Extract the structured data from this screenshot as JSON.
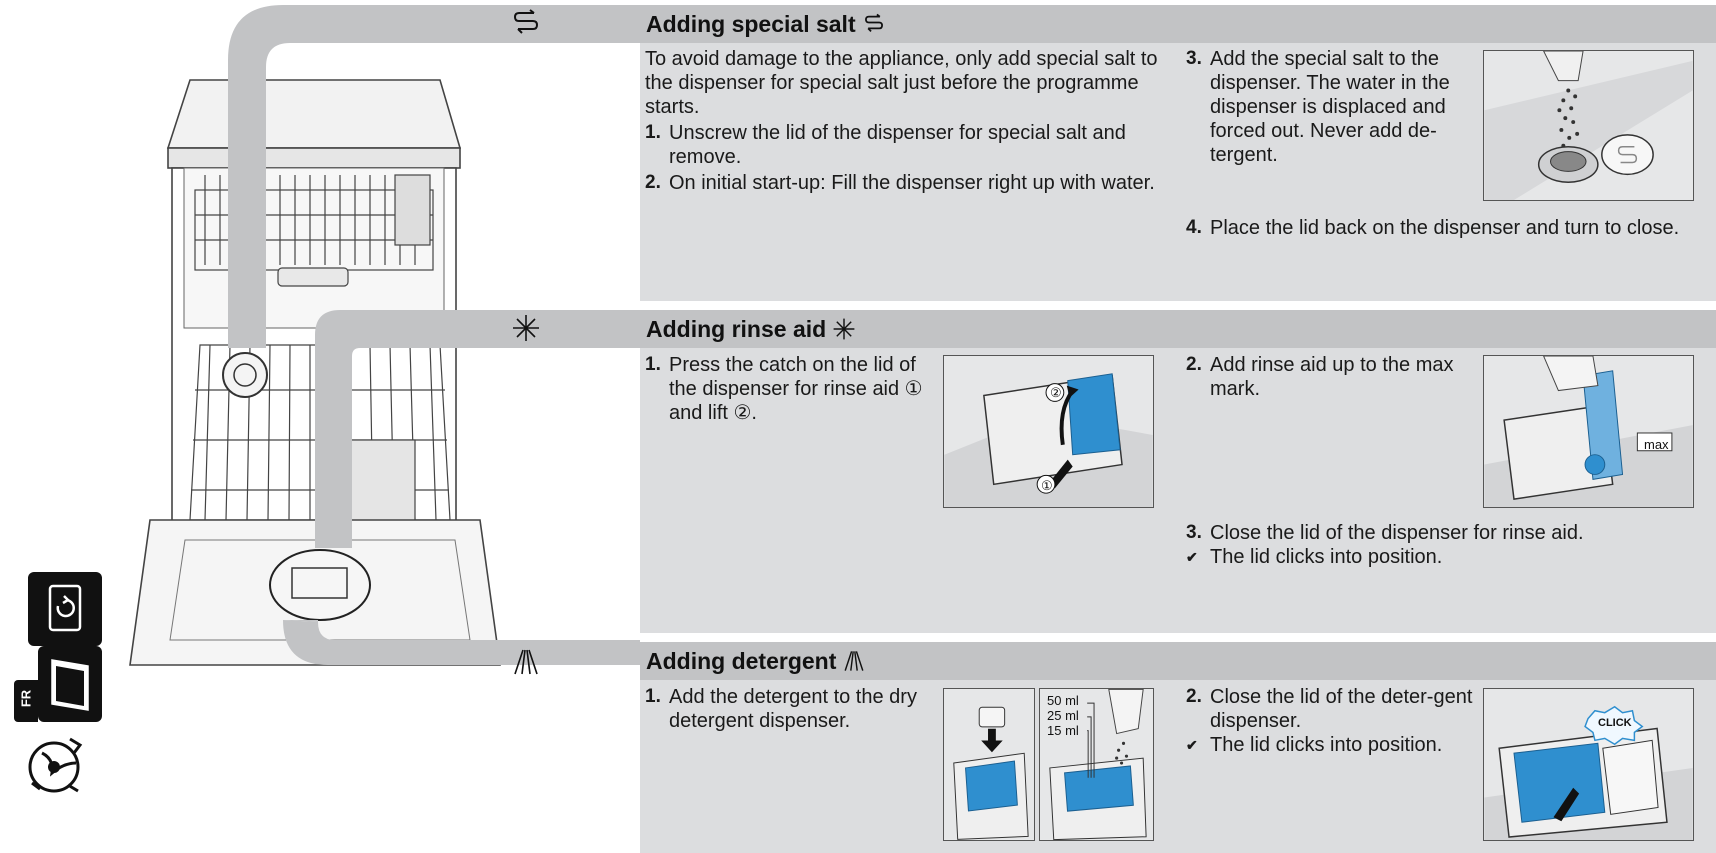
{
  "sections": {
    "salt": {
      "title": "Adding special salt",
      "icon": "salt-symbol-icon",
      "intro": "To avoid damage to the appliance, only add special salt to the dispenser for special salt just before the programme starts.",
      "steps": [
        {
          "num": "1.",
          "text": "Unscrew the lid of the dispenser for special salt and remove."
        },
        {
          "num": "2.",
          "text": "On initial start-up: Fill the dispenser right up with water."
        },
        {
          "num": "3.",
          "text": "Add the special salt to the dispenser. The water in the dispenser is displaced and forced out. Never add de-tergent."
        },
        {
          "num": "4.",
          "text": "Place the lid back on the dispenser and turn to close."
        }
      ]
    },
    "rinse": {
      "title": "Adding rinse aid",
      "icon": "rinse-aid-symbol-icon",
      "steps": [
        {
          "num": "1.",
          "text": "Press the catch on the lid of the dispenser for rinse aid ① and lift ②."
        },
        {
          "num": "2.",
          "text": "Add rinse aid up to the max mark."
        },
        {
          "num": "3.",
          "text": "Close the lid of the dispenser for rinse aid."
        }
      ],
      "result": "The lid clicks into position.",
      "labels": {
        "marker1": "①",
        "marker2": "②",
        "max": "max"
      }
    },
    "detergent": {
      "title": "Adding detergent",
      "icon": "detergent-symbol-icon",
      "steps": [
        {
          "num": "1.",
          "text": "Add the detergent to the dry detergent dispenser."
        },
        {
          "num": "2.",
          "text": "Close the lid of the deter-gent dispenser."
        }
      ],
      "result": "The lid clicks into position.",
      "labels": {
        "ml50": "50 ml",
        "ml25": "25 ml",
        "ml15": "15 ml",
        "click": "CLICK"
      }
    }
  },
  "side": {
    "language_tab": "FR",
    "icons": [
      "dispenser-icon",
      "booklet-icon",
      "wash-cycle-icon"
    ]
  },
  "result_mark": "✔",
  "colors": {
    "band": "#c2c3c5",
    "panel": "#dcdddf",
    "accent_blue": "#2f8fcf",
    "text": "#1a1a1a"
  }
}
